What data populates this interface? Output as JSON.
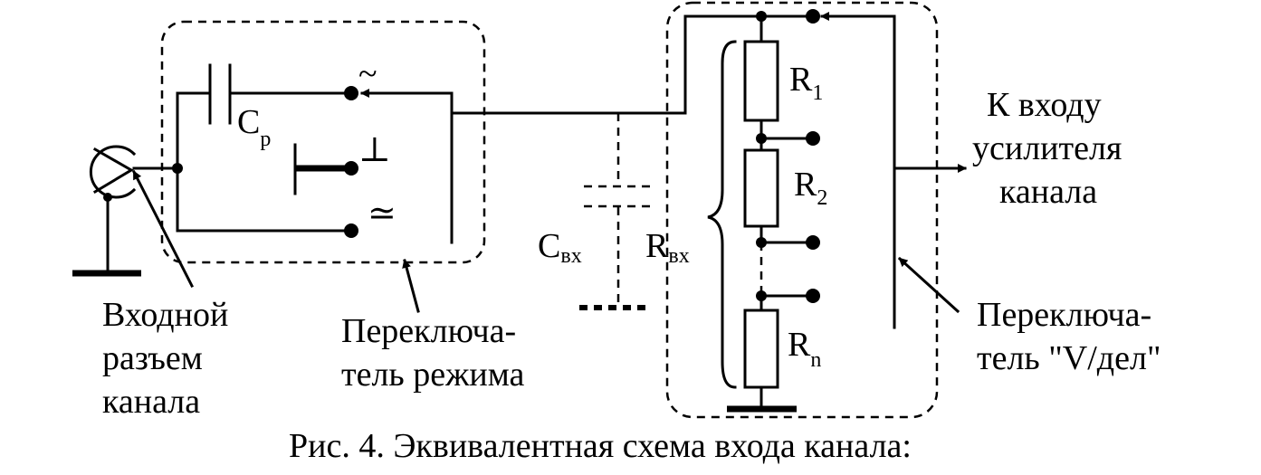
{
  "labels": {
    "cp": "C",
    "cp_sub": "р",
    "cin": "C",
    "cin_sub": "вх",
    "rin": "R",
    "rin_sub": "вх",
    "r1": "R",
    "r1_sub": "1",
    "r2": "R",
    "r2_sub": "2",
    "rn": "R",
    "rn_sub": "n",
    "mode_ac": "~",
    "mode_gnd": "⊥",
    "mode_dc": "≃",
    "output_1": "К входу",
    "output_2": "усилителя",
    "output_3": "канала",
    "connector_1": "Входной",
    "connector_2": "разъем",
    "connector_3": "канала",
    "mode_switch_1": "Переключа-",
    "mode_switch_2": "тель режима",
    "vdiv_switch_1": "Переключа-",
    "vdiv_switch_2": "тель \"V/дел\""
  },
  "caption": "Рис. 4. Эквивалентная схема входа канала:"
}
